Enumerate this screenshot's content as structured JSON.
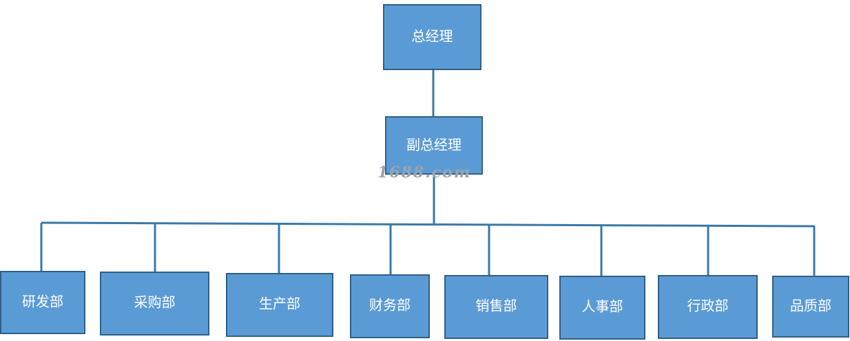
{
  "org": {
    "root": {
      "label": "总经理"
    },
    "deputy": {
      "label": "副总经理"
    },
    "departments": [
      {
        "label": "研发部"
      },
      {
        "label": "采购部"
      },
      {
        "label": "生产部"
      },
      {
        "label": "财务部"
      },
      {
        "label": "销售部"
      },
      {
        "label": "人事部"
      },
      {
        "label": "行政部"
      },
      {
        "label": "品质部"
      }
    ]
  },
  "watermark": "1688.com",
  "colors": {
    "box_fill": "#5b9bd5",
    "box_border": "#2f5f86",
    "connector": "#3a78a8",
    "label": "#ffffff"
  }
}
